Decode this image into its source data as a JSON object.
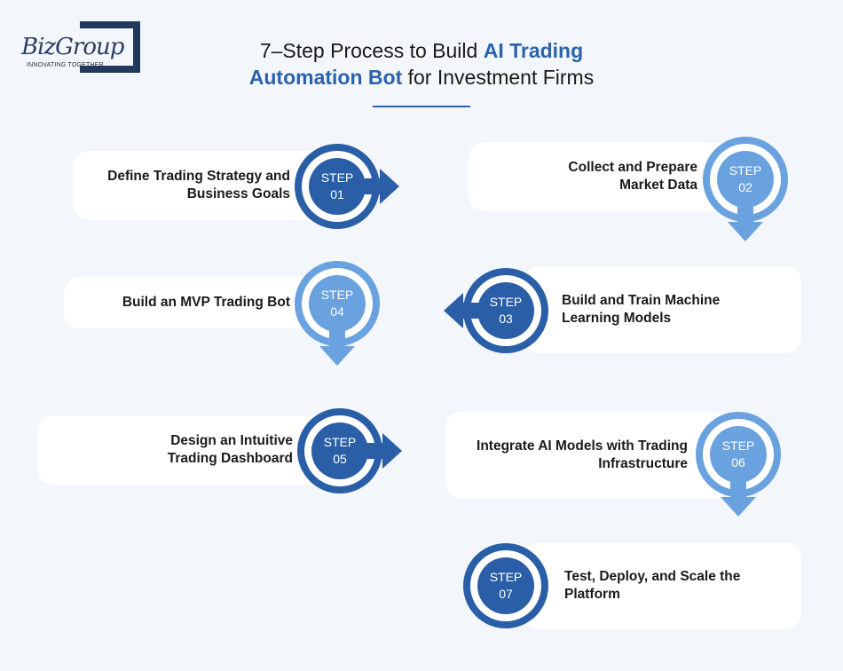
{
  "logo": {
    "name": "BizGroup",
    "tagline": "INNOVATING TOGETHER"
  },
  "title": {
    "line1_plain": "7–Step Process to Build ",
    "line1_highlight": "AI Trading",
    "line2_highlight": "Automation Bot",
    "line2_plain": " for Investment Firms"
  },
  "colors": {
    "dark": "#2a5fa8",
    "light": "#6aa2e0",
    "background": "#f3f6fa"
  },
  "steps": [
    {
      "label": "STEP",
      "number": "01",
      "text": "Define Trading Strategy and Business Goals",
      "arrow": "right",
      "shade": "dark"
    },
    {
      "label": "STEP",
      "number": "02",
      "text": "Collect and Prepare Market Data",
      "arrow": "down",
      "shade": "light"
    },
    {
      "label": "STEP",
      "number": "03",
      "text": "Build and Train Machine Learning Models",
      "arrow": "left",
      "shade": "dark"
    },
    {
      "label": "STEP",
      "number": "04",
      "text": "Build an MVP Trading Bot",
      "arrow": "down",
      "shade": "light"
    },
    {
      "label": "STEP",
      "number": "05",
      "text": "Design an Intuitive Trading Dashboard",
      "arrow": "right",
      "shade": "dark"
    },
    {
      "label": "STEP",
      "number": "06",
      "text": "Integrate AI Models with Trading Infrastructure",
      "arrow": "down",
      "shade": "light"
    },
    {
      "label": "STEP",
      "number": "07",
      "text": "Test, Deploy, and Scale the Platform",
      "arrow": "none",
      "shade": "dark"
    }
  ]
}
